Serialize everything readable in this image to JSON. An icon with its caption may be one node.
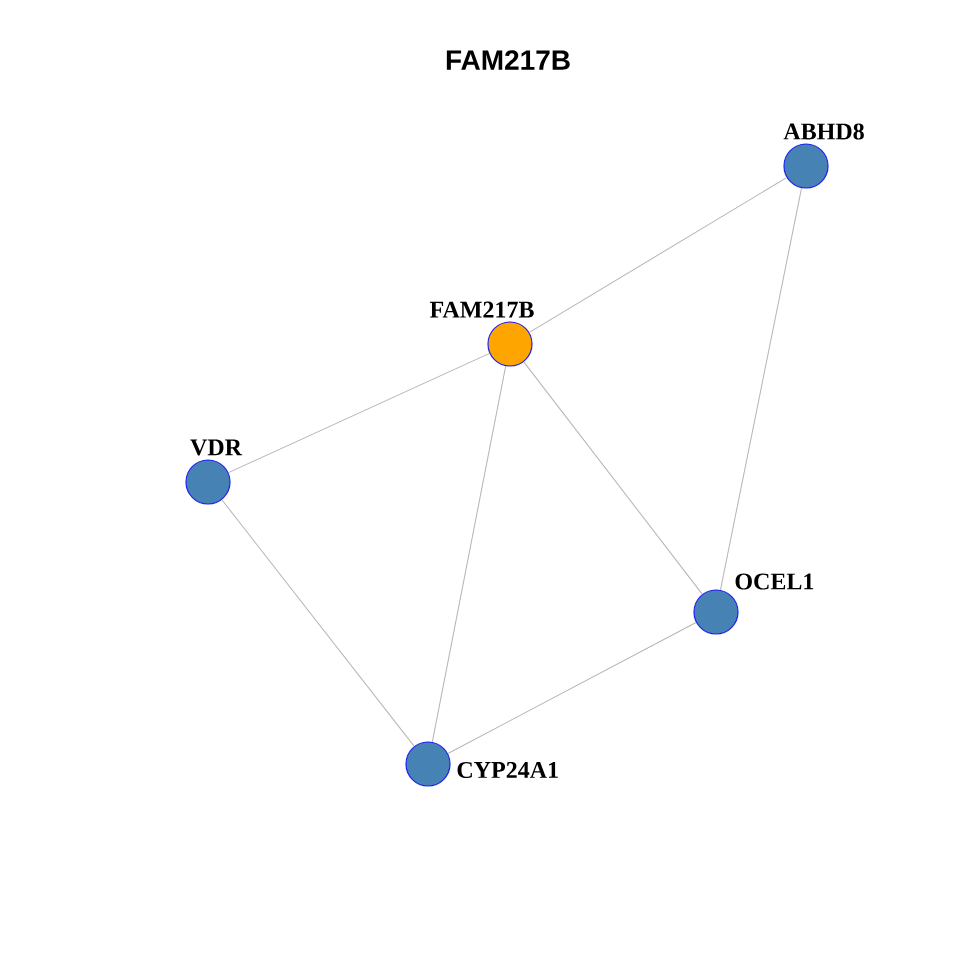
{
  "diagram": {
    "title": "FAM217B",
    "nodes": [
      {
        "text": [
          "ABHD8"
        ]
      },
      {
        "text": [
          "FAM217B"
        ]
      },
      {
        "text": [
          "VDR"
        ]
      },
      {
        "text": [
          "OCEL1"
        ]
      },
      {
        "text": [
          "CYP24A1"
        ]
      }
    ],
    "edges": [
      {
        "from": 1,
        "to": 0,
        "arrow": "none"
      },
      {
        "from": 1,
        "to": 2,
        "arrow": "none"
      },
      {
        "from": 1,
        "to": 3,
        "arrow": "none"
      },
      {
        "from": 1,
        "to": 4,
        "arrow": "none"
      },
      {
        "from": 0,
        "to": 3,
        "arrow": "none"
      },
      {
        "from": 2,
        "to": 4,
        "arrow": "none"
      },
      {
        "from": 3,
        "to": 4,
        "arrow": "none"
      }
    ]
  }
}
